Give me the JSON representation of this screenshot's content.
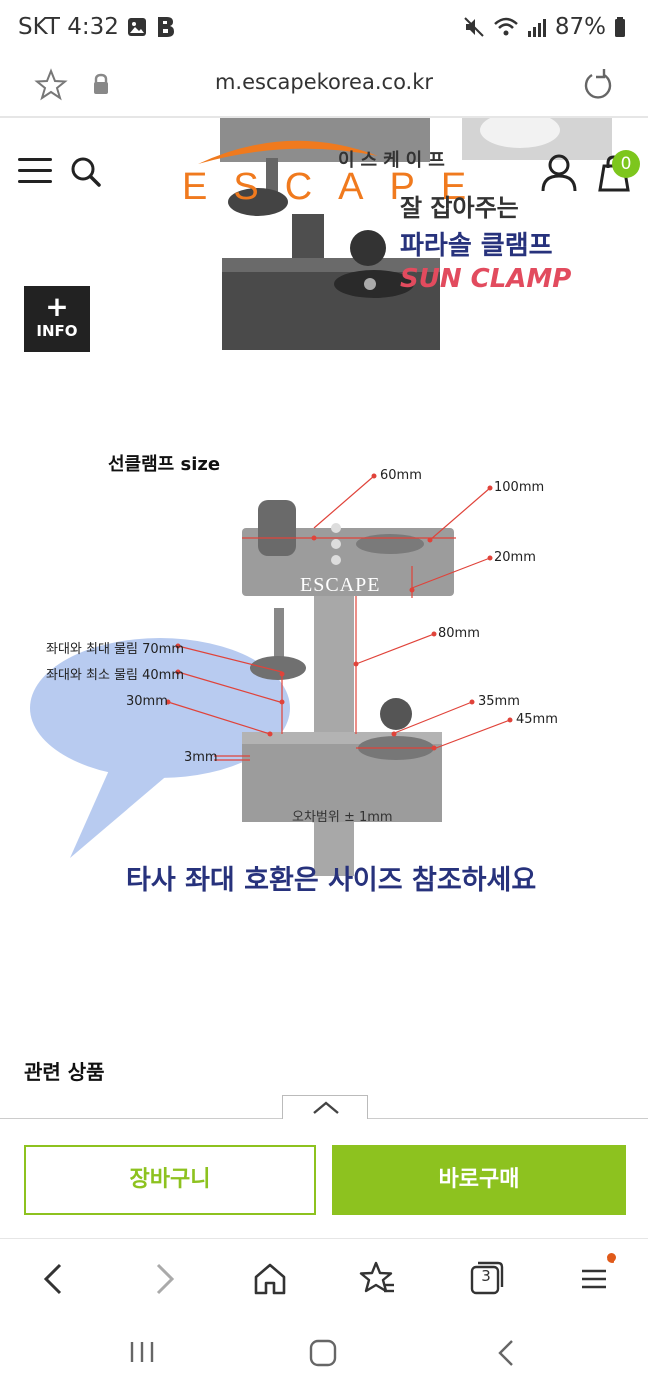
{
  "status_bar": {
    "carrier_time": "SKT 4:32",
    "battery": "87%"
  },
  "browser": {
    "url": "m.escapekorea.co.kr"
  },
  "header": {
    "logo_sub": "이스케이프",
    "logo_main": "ESCAPE",
    "cart_count": "0"
  },
  "hero": {
    "line1": "잘 잡아주는",
    "line2": "파라솔 클램프",
    "line3": "SUN CLAMP"
  },
  "info_button": {
    "plus": "+",
    "label": "INFO"
  },
  "diagram": {
    "title": "선클램프 size",
    "product_brand": "ESCAPE",
    "dimensions": [
      "60mm",
      "100mm",
      "20mm",
      "80mm",
      "좌대와 최대 물림 70mm",
      "좌대와 최소 물림 40mm",
      "30mm",
      "35mm",
      "45mm",
      "3mm"
    ],
    "tolerance": "오차범위 ± 1mm",
    "compat_note": "타사 좌대 호환은 사이즈 참조하세요"
  },
  "related": {
    "title": "관련 상품"
  },
  "actions": {
    "cart_label": "장바구니",
    "buy_label": "바로구매",
    "accent": "#8dc21f"
  },
  "toolbar": {
    "tabs_count": "3"
  }
}
